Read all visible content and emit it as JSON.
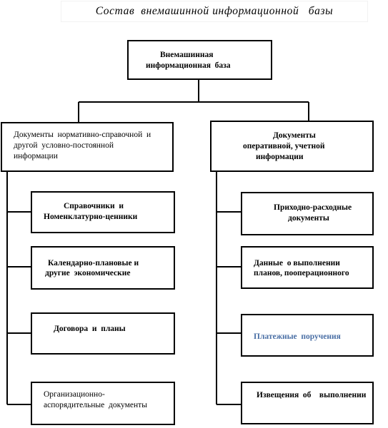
{
  "title": "Состав  внемашинной информационной   базы",
  "root": {
    "line1": "Внемашинная",
    "line2": "информационная  база"
  },
  "left_branch": {
    "line1": "Документы  нормативно-справочной  и",
    "line2": "другой  условно-постоянной",
    "line3": "информации"
  },
  "right_branch": {
    "line1": "Документы",
    "line2": "оперативной, учетной",
    "line3": "информации"
  },
  "left_items": [
    {
      "line1": "Справочники  и",
      "line2": "Номенклатурно-ценники"
    },
    {
      "line1": "Календарно-плановые и",
      "line2": "другие  экономические"
    },
    {
      "line1": "Договора  и  планы"
    },
    {
      "line1": "Организационно-",
      "line2": "аспорядительные  документы"
    }
  ],
  "right_items": [
    {
      "line1": "Приходно-расходные",
      "line2": "документы"
    },
    {
      "line1": "Данные  о выполнении",
      "line2": "планов, пооперационного"
    },
    {
      "line1": "Платежные  поручения",
      "color": "#4a6fa5"
    },
    {
      "line1": "Извещения  об    выполнении"
    }
  ]
}
